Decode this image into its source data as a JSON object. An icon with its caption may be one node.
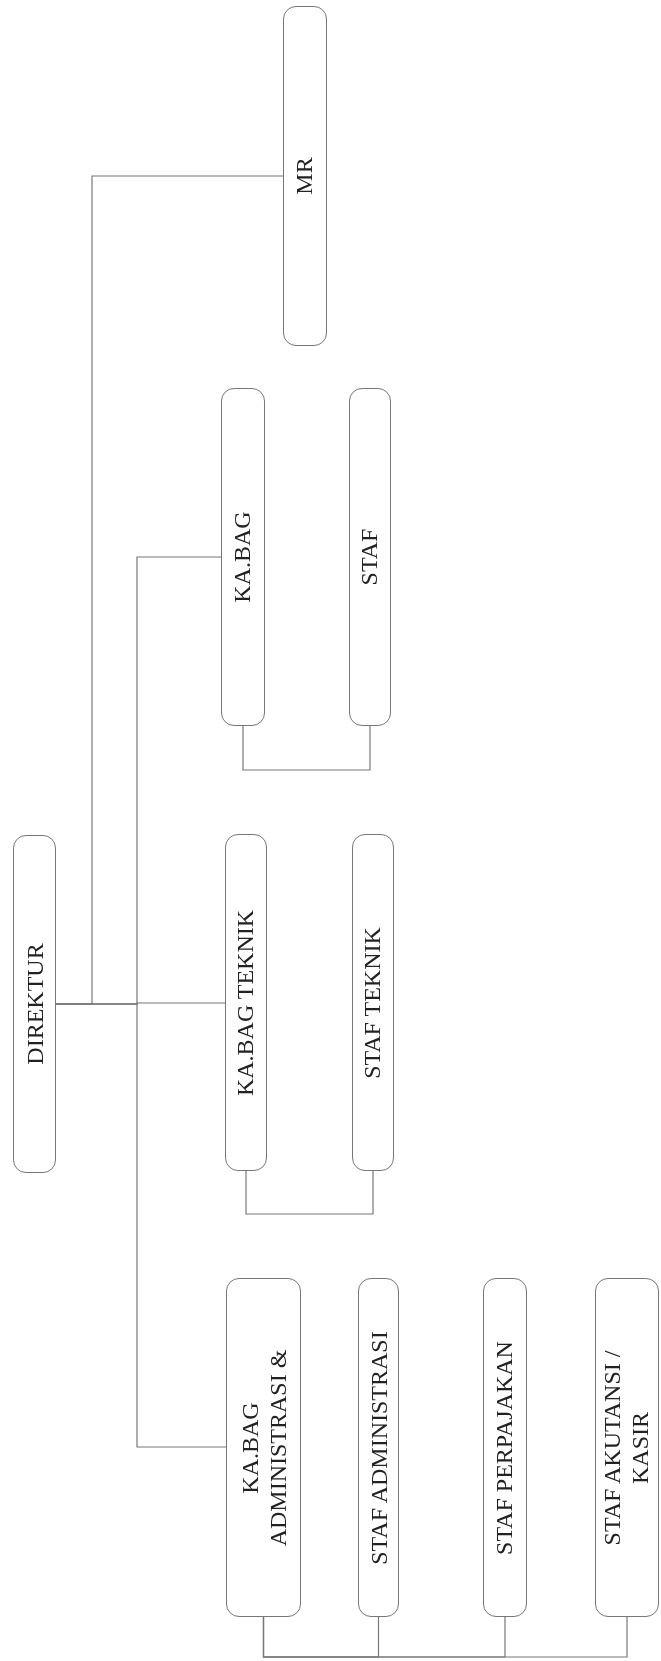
{
  "diagram": {
    "nodes": [
      {
        "text": [
          "MR"
        ]
      },
      {
        "text": [
          "KA.BAG"
        ]
      },
      {
        "text": [
          "STAF"
        ]
      },
      {
        "text": [
          "DIREKTUR"
        ]
      },
      {
        "text": [
          "KA.BAG TEKNIK"
        ]
      },
      {
        "text": [
          "STAF TEKNIK"
        ]
      },
      {
        "text": [
          "KA.BAG ADMINISTRASI &"
        ]
      },
      {
        "text": [
          "STAF ADMINISTRASI"
        ]
      },
      {
        "text": [
          "STAF PERPAJAKAN"
        ]
      },
      {
        "text": [
          "STAF AKUTANSI / KASIR"
        ]
      }
    ],
    "edges": [
      {
        "from": 3,
        "to": 0,
        "arrow": "none"
      },
      {
        "from": 3,
        "to": 1,
        "arrow": "none"
      },
      {
        "from": 3,
        "to": 4,
        "arrow": "none"
      },
      {
        "from": 3,
        "to": 6,
        "arrow": "none"
      },
      {
        "from": 1,
        "to": 2,
        "arrow": "none"
      },
      {
        "from": 4,
        "to": 5,
        "arrow": "none"
      },
      {
        "from": 6,
        "to": 7,
        "arrow": "none"
      },
      {
        "from": 6,
        "to": 8,
        "arrow": "none"
      },
      {
        "from": 6,
        "to": 9,
        "arrow": "none"
      }
    ]
  }
}
